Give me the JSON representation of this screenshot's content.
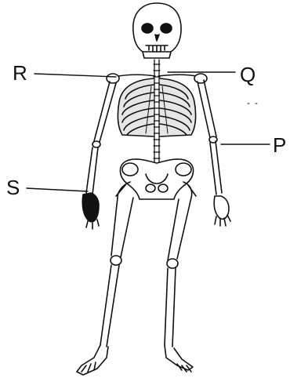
{
  "diagram": {
    "labels": {
      "r": "R",
      "q": "Q",
      "p": "P",
      "s": "S"
    }
  }
}
